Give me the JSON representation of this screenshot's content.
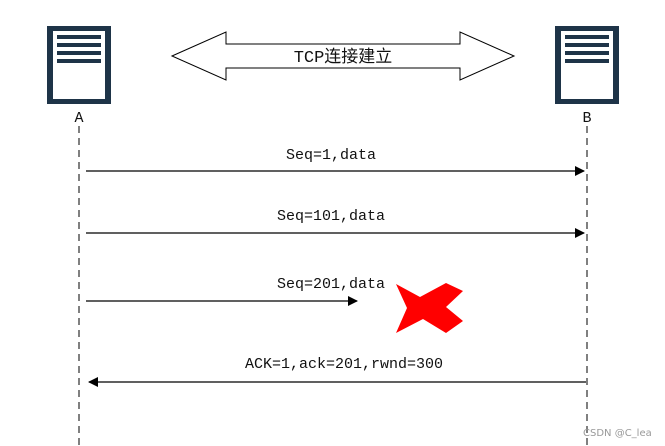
{
  "banner": {
    "text": "TCP连接建立"
  },
  "hosts": {
    "a": {
      "label": "A",
      "icon": "server-document-icon"
    },
    "b": {
      "label": "B",
      "icon": "server-document-icon"
    }
  },
  "messages": [
    {
      "label": "Seq=1,data",
      "direction": "A→B",
      "lost": false
    },
    {
      "label": "Seq=101,data",
      "direction": "A→B",
      "lost": false
    },
    {
      "label": "Seq=201,data",
      "direction": "A→B",
      "lost": true
    },
    {
      "label": "ACK=1,ack=201,rwnd=300",
      "direction": "B→A",
      "lost": false
    }
  ],
  "loss_marker": {
    "icon": "lost-packet-x-icon",
    "color": "#ff0000"
  },
  "watermark": {
    "text": "CSDN @C_lea"
  },
  "colors": {
    "ink": "#000000",
    "icon_fill": "#1e3448",
    "loss": "#ff0000"
  }
}
